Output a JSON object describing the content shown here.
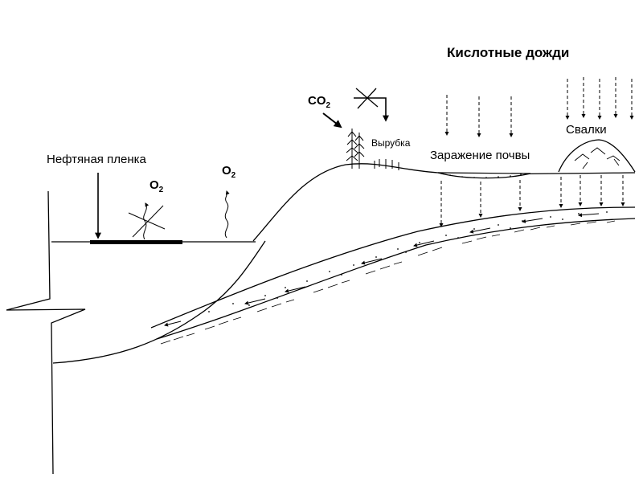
{
  "labels": {
    "title": "Кислотные дожди",
    "oil_film": "Нефтяная пленка",
    "deforestation": "Вырубка",
    "soil_contamination": "Заражение почвы",
    "landfills": "Свалки"
  },
  "formulas": {
    "co2": {
      "base": "CO",
      "sub": "2"
    },
    "o2_crossed": {
      "base": "O",
      "sub": "2"
    },
    "o2_rising": {
      "base": "O",
      "sub": "2"
    }
  },
  "colors": {
    "ink": "#000000",
    "background": "#ffffff"
  }
}
